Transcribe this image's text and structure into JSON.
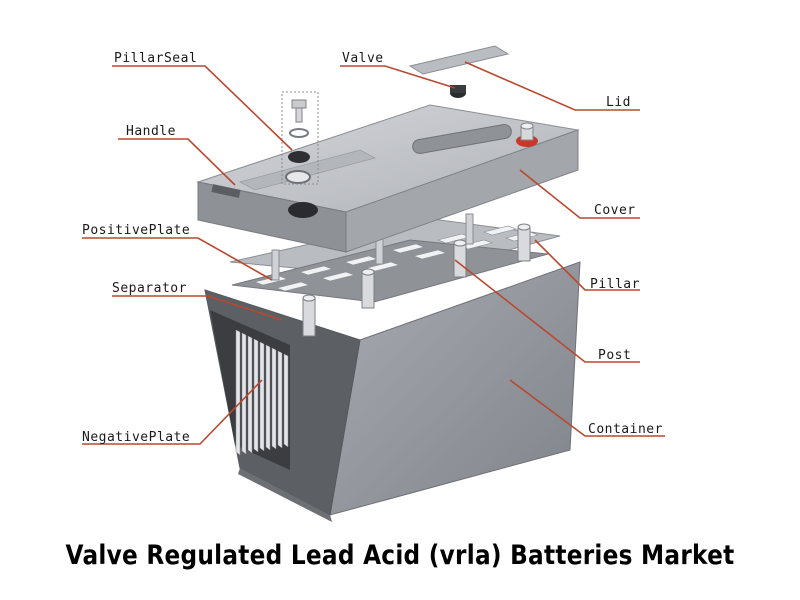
{
  "labels": {
    "pillar_seal": "PillarSeal",
    "valve": "Valve",
    "lid": "Lid",
    "handle": "Handle",
    "cover": "Cover",
    "positive_plate": "PositivePlate",
    "separator": "Separator",
    "pillar": "Pillar",
    "post": "Post",
    "negative_plate": "NegativePlate",
    "container": "Container"
  },
  "caption": "Valve Regulated Lead Acid (vrla) Batteries Market",
  "colors": {
    "leader_line": "#b8482e",
    "cover_top": "#c4c6cb",
    "container_front": "#9a9da3",
    "plate": "#d9dbdf",
    "terminal_red": "#c8382a"
  }
}
